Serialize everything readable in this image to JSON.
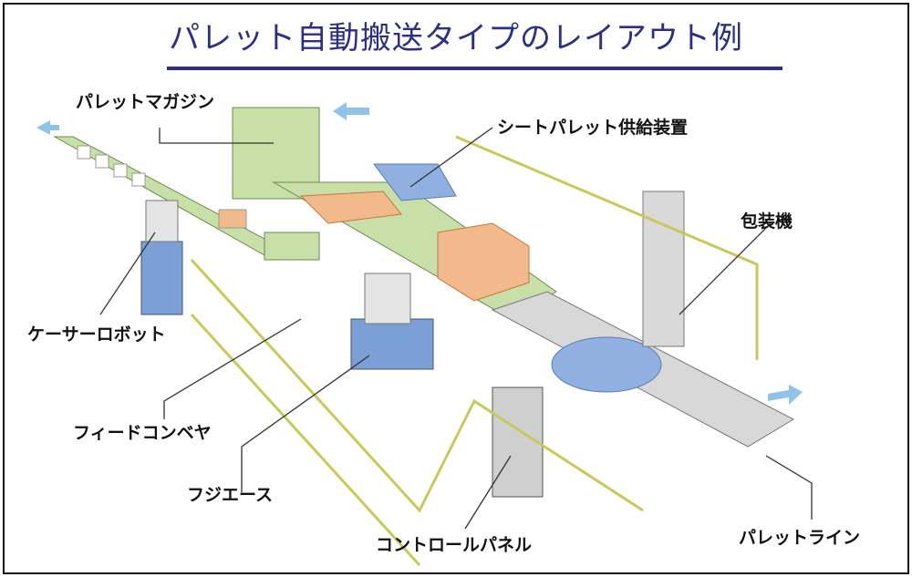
{
  "title": "パレット自動搬送タイプのレイアウト例",
  "labels": {
    "pallet_magazine": "パレットマガジン",
    "sheet_pallet_feeder": "シートパレット供給装置",
    "wrapping_machine": "包装機",
    "caser_robot": "ケーサーロボット",
    "feed_conveyor": "フィードコンベヤ",
    "fujiace": "フジエース",
    "control_panel": "コントロールパネル",
    "pallet_line": "パレットライン"
  },
  "colors": {
    "title": "#2c2f86",
    "conveyor": "#c8e0a8",
    "fence": "#ecec9a",
    "box": "#f2b98a",
    "robot": "#d9d9d9",
    "base": "#7d9fd8",
    "arrow": "#8fc3e8"
  }
}
